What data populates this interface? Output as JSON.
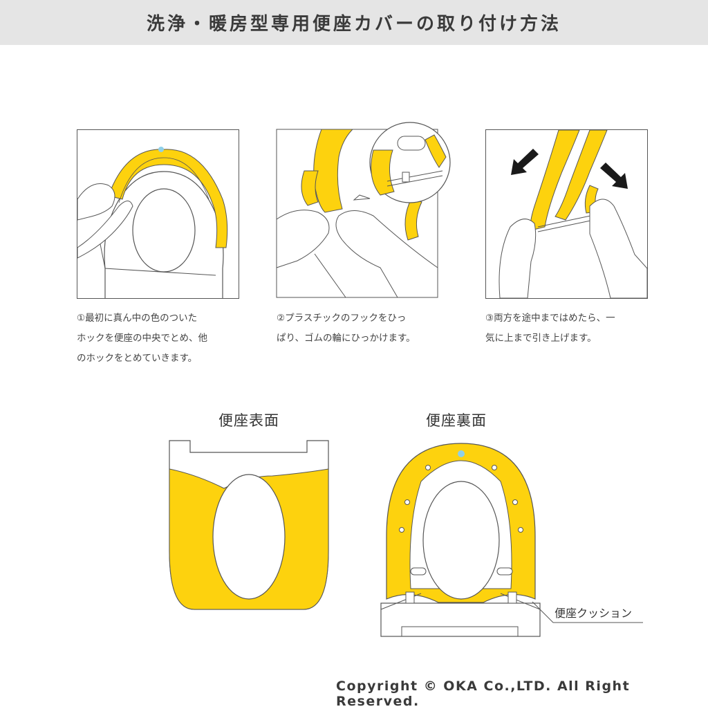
{
  "header": {
    "title": "洗浄・暖房型専用便座カバーの取り付け方法"
  },
  "steps": [
    {
      "caption": "①最初に真ん中の色のついた\nホックを便座の中央でとめ、他\nのホックをとめていきます。"
    },
    {
      "caption": "②プラスチックのフックをひっ\nぱり、ゴムの輪にひっかけます。"
    },
    {
      "caption": "③両方を途中まではめたら、一\n気に上まで引き上げます。"
    }
  ],
  "diagrams": {
    "front_title": "便座表面",
    "back_title": "便座裏面",
    "cushion_label": "便座クッション"
  },
  "footer": {
    "copyright": "Copyright  © OKA Co.,LTD. All Right Reserved."
  },
  "colors": {
    "accent_yellow": "#fdd20e",
    "marker_blue": "#8fd0e8",
    "header_bg": "#e5e5e5",
    "arrow": "#1a1a1a"
  }
}
